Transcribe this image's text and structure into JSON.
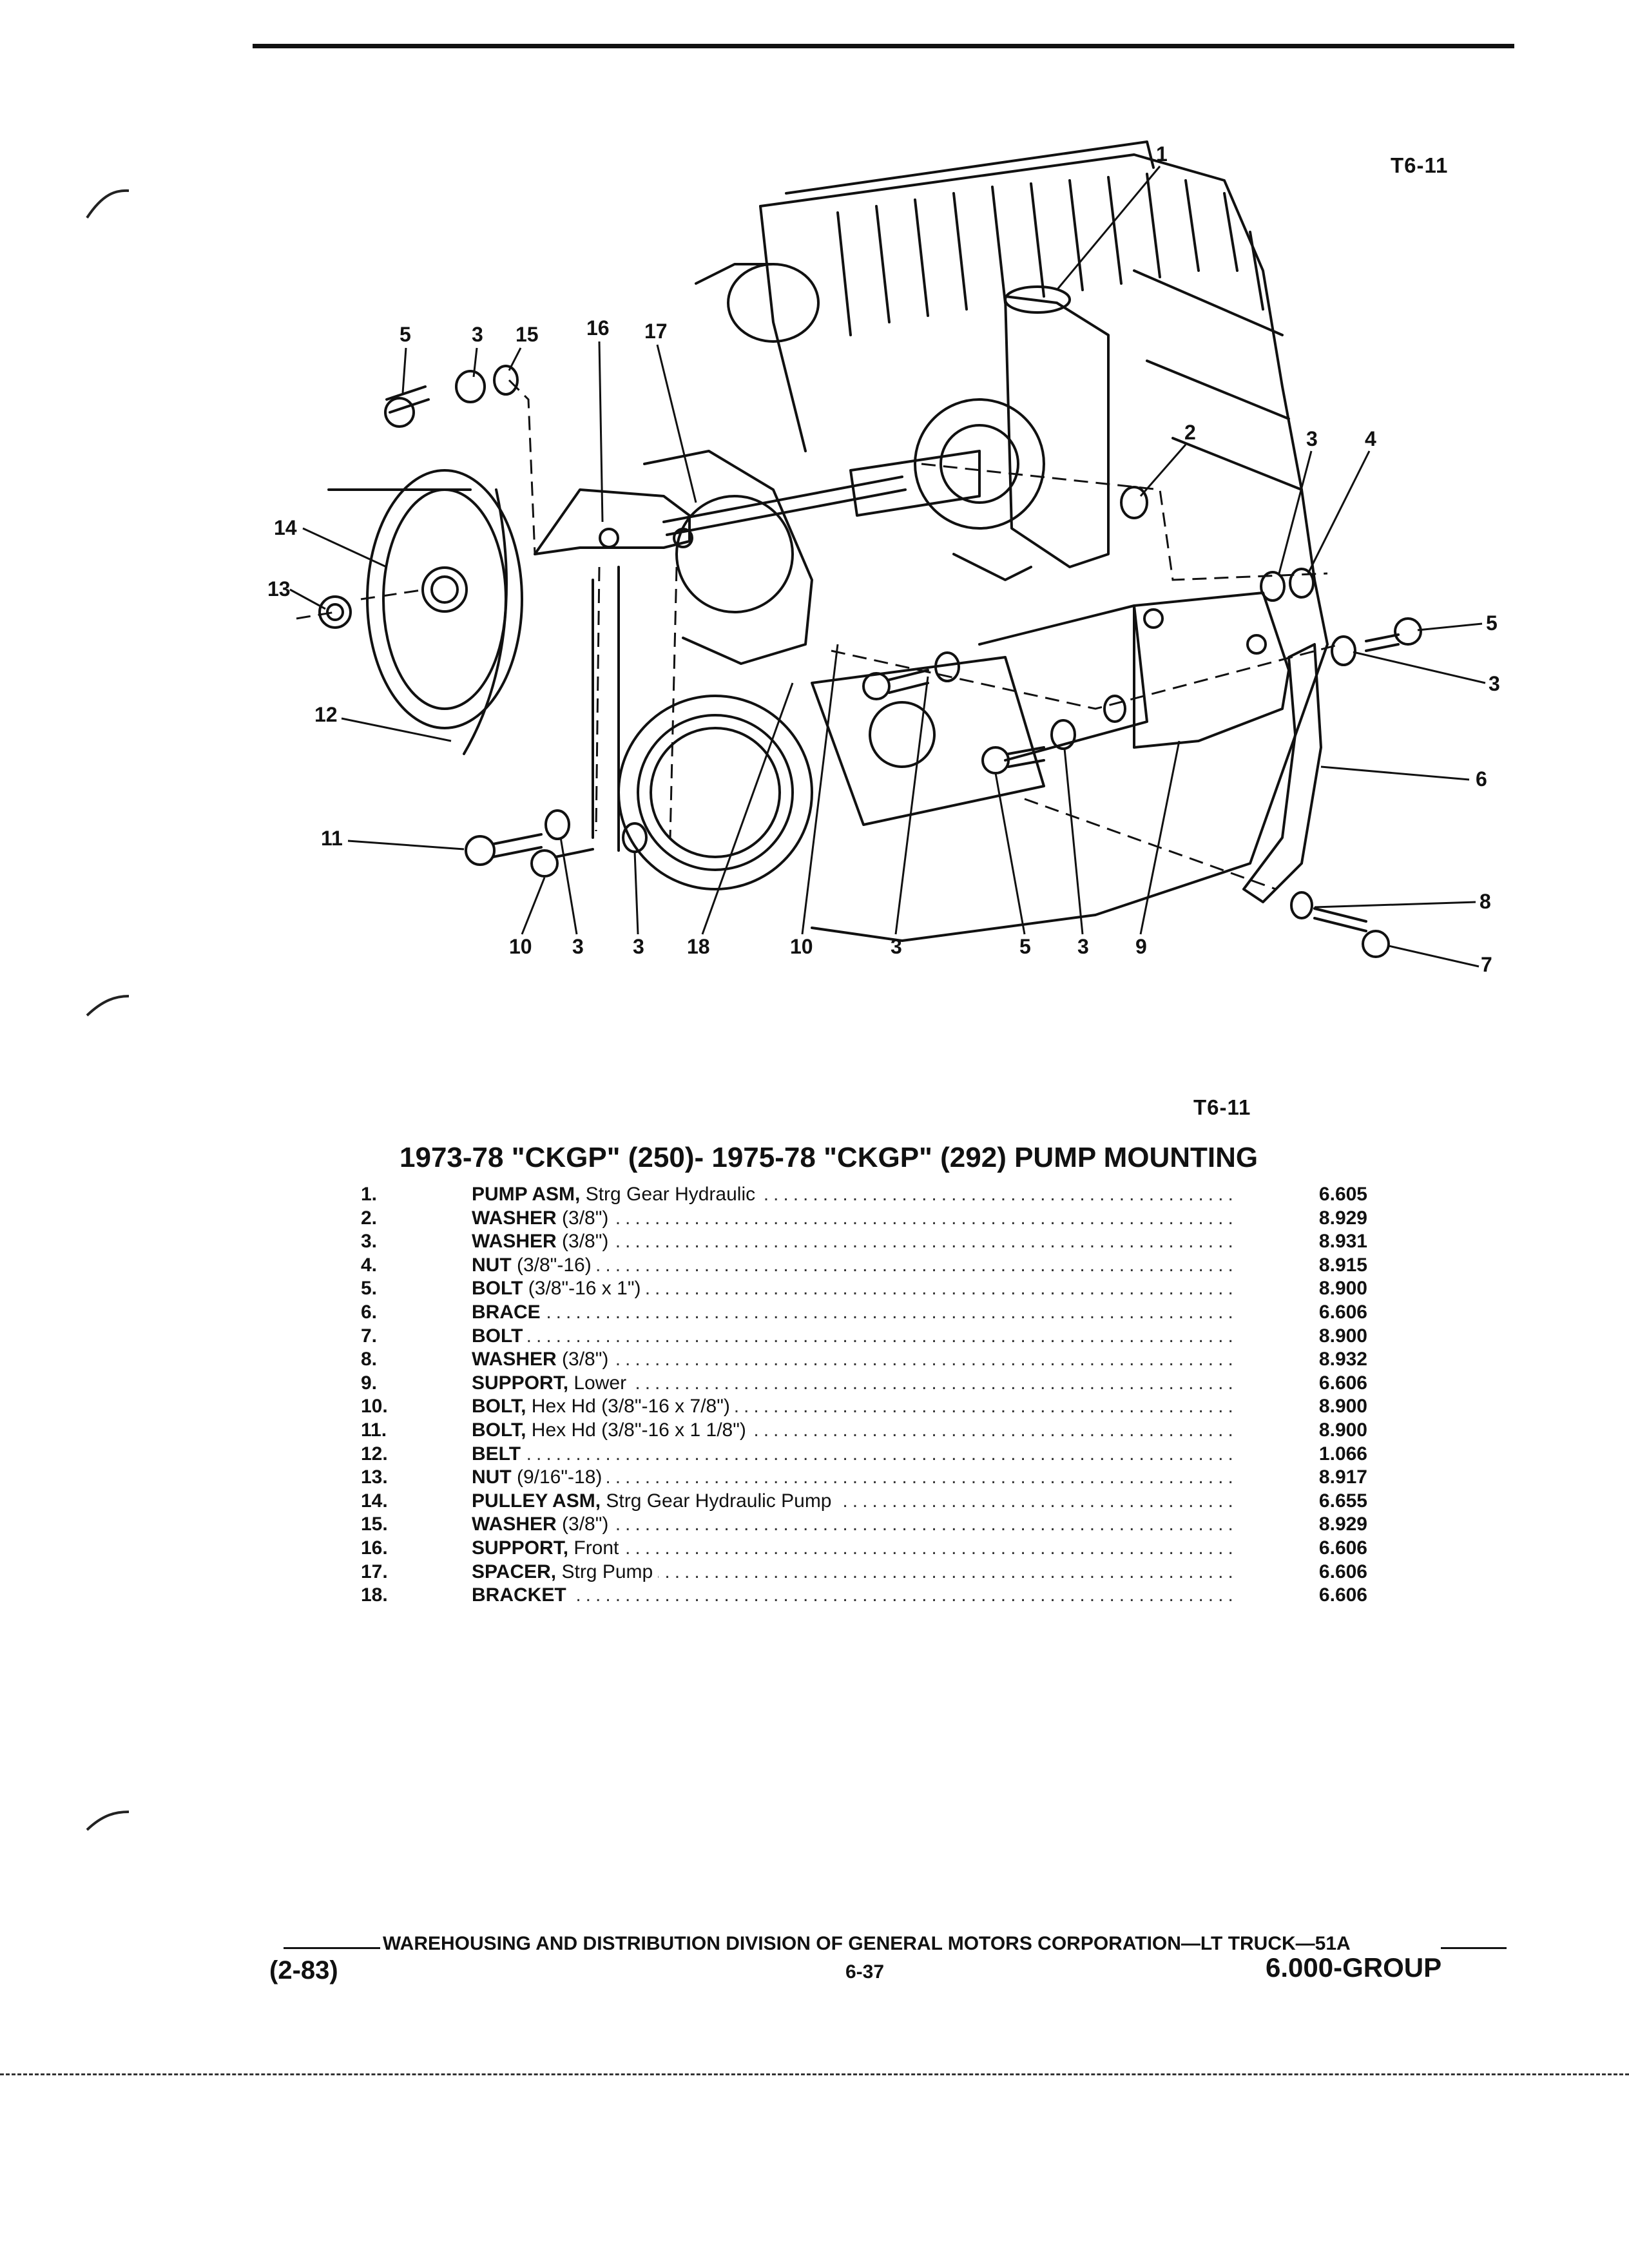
{
  "header": {
    "figure_ref": "T6-11"
  },
  "illustration": {
    "callouts": [
      "1",
      "2",
      "3",
      "4",
      "5",
      "6",
      "7",
      "8",
      "9",
      "10",
      "11",
      "12",
      "13",
      "14",
      "15",
      "16",
      "17",
      "18"
    ],
    "caption_ref": "T6-11"
  },
  "parts_list": {
    "title": "1973-78 \"CKGP\" (250)- 1975-78 \"CKGP\" (292) PUMP MOUNTING",
    "items": [
      {
        "no": "1.",
        "name": "PUMP ASM,",
        "desc": " Strg Gear Hydraulic",
        "code": "6.605"
      },
      {
        "no": "2.",
        "name": "WASHER",
        "desc": " (3/8\")",
        "code": "8.929"
      },
      {
        "no": "3.",
        "name": "WASHER",
        "desc": " (3/8\")",
        "code": "8.931"
      },
      {
        "no": "4.",
        "name": "NUT",
        "desc": " (3/8\"-16)",
        "code": "8.915"
      },
      {
        "no": "5.",
        "name": "BOLT",
        "desc": " (3/8\"-16 x 1\")",
        "code": "8.900"
      },
      {
        "no": "6.",
        "name": "BRACE",
        "desc": "",
        "code": "6.606"
      },
      {
        "no": "7.",
        "name": "BOLT",
        "desc": "",
        "code": "8.900"
      },
      {
        "no": "8.",
        "name": "WASHER",
        "desc": " (3/8\")",
        "code": "8.932"
      },
      {
        "no": "9.",
        "name": "SUPPORT,",
        "desc": " Lower",
        "code": "6.606"
      },
      {
        "no": "10.",
        "name": "BOLT,",
        "desc": " Hex Hd (3/8\"-16 x 7/8\")",
        "code": "8.900"
      },
      {
        "no": "11.",
        "name": "BOLT,",
        "desc": " Hex Hd (3/8\"-16 x 1 1/8\")",
        "code": "8.900"
      },
      {
        "no": "12.",
        "name": "BELT",
        "desc": "",
        "code": "1.066"
      },
      {
        "no": "13.",
        "name": "NUT",
        "desc": " (9/16\"-18)",
        "code": "8.917"
      },
      {
        "no": "14.",
        "name": "PULLEY ASM,",
        "desc": " Strg Gear Hydraulic Pump",
        "code": "6.655"
      },
      {
        "no": "15.",
        "name": "WASHER",
        "desc": " (3/8\")",
        "code": "8.929"
      },
      {
        "no": "16.",
        "name": "SUPPORT,",
        "desc": " Front",
        "code": "6.606"
      },
      {
        "no": "17.",
        "name": "SPACER,",
        "desc": " Strg Pump",
        "code": "6.606"
      },
      {
        "no": "18.",
        "name": "BRACKET",
        "desc": "",
        "code": "6.606"
      }
    ]
  },
  "footer": {
    "division_line": "WAREHOUSING AND DISTRIBUTION  DIVISION OF GENERAL MOTORS CORPORATION—LT TRUCK—51A",
    "date": "(2-83)",
    "page": "6-37",
    "group": "6.000-GROUP"
  }
}
